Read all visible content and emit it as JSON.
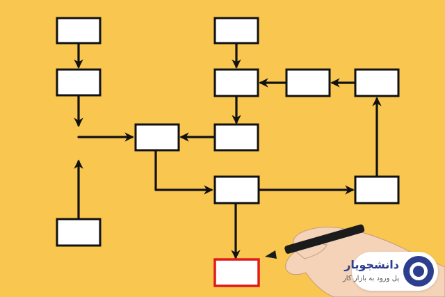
{
  "diagram": {
    "background_color": "#F9C74F",
    "box_stroke_color": "#111111",
    "highlight_box_color": "#E01B1B",
    "highlighted_box": "box-output-red"
  },
  "logo": {
    "name": "دانشجویار",
    "tagline": "پل ورود به بازار کار",
    "brand_color": "#2E3E8F"
  }
}
